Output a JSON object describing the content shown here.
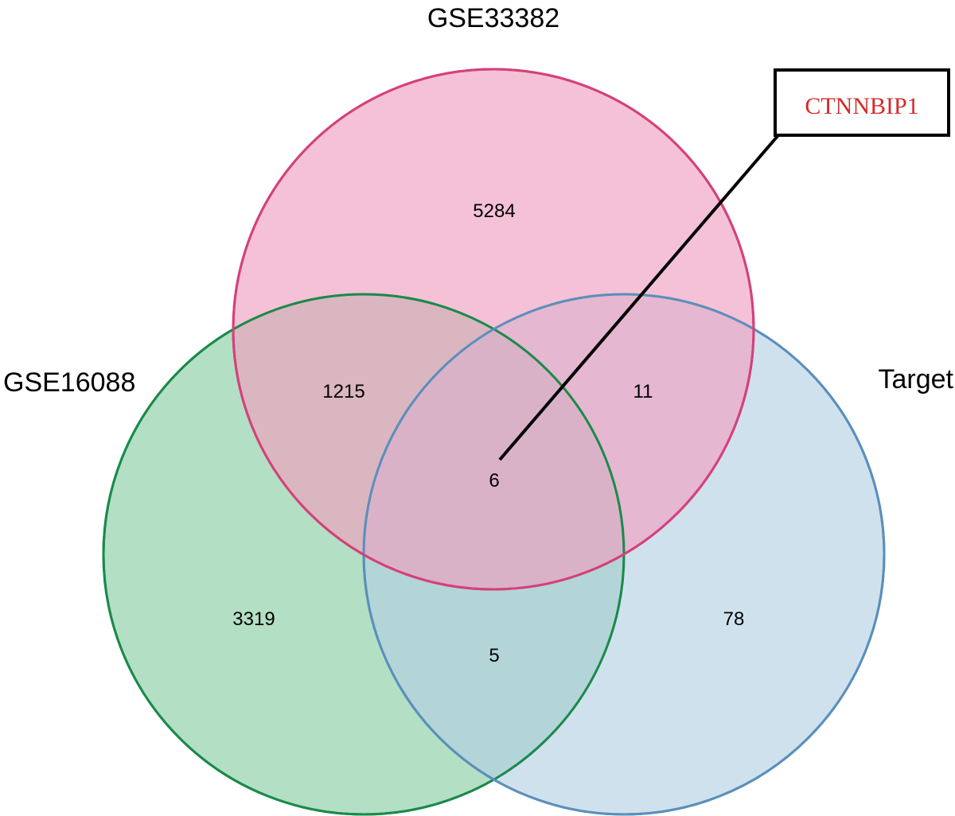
{
  "sets": {
    "gse33382": {
      "label": "GSE33382",
      "fill": "#f0a0c0",
      "stroke": "#d4417a"
    },
    "gse16088": {
      "label": "GSE16088",
      "fill": "#8fd0a8",
      "stroke": "#1a8a4a"
    },
    "target": {
      "label": "Target",
      "fill": "#b3cfe3",
      "stroke": "#5a8fbc"
    }
  },
  "regions": {
    "gse33382_only": "5284",
    "gse16088_only": "3319",
    "target_only": "78",
    "gse33382_gse16088": "1215",
    "gse33382_target": "11",
    "gse16088_target": "5",
    "all_three": "6"
  },
  "callout": {
    "gene": "CTNNBIP1",
    "text_color": "#d42a2a"
  }
}
